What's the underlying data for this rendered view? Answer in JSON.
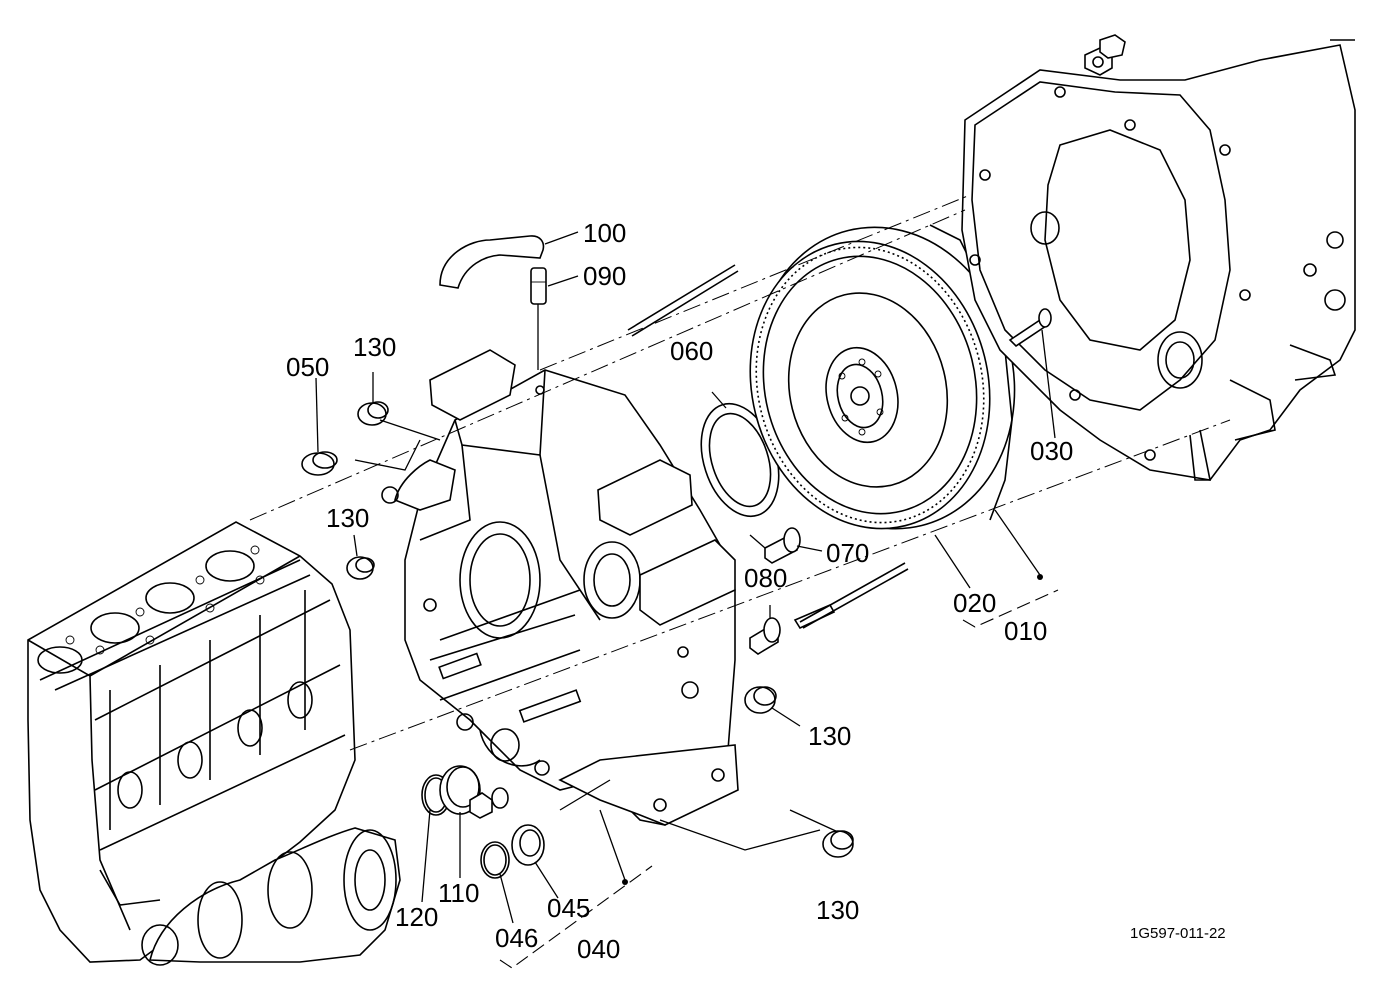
{
  "labels": {
    "p100": "100",
    "p090": "090",
    "p060": "060",
    "p050": "050",
    "p130_a": "130",
    "p130_b": "130",
    "p130_c": "130",
    "p130_d": "130",
    "p030": "030",
    "p070": "070",
    "p080": "080",
    "p020": "020",
    "p010": "010",
    "p120": "120",
    "p110": "110",
    "p045": "045",
    "p046": "046",
    "p040": "040"
  },
  "figure_code": "1G597-011-22",
  "icons": {
    "engine_block": "engine-block-drawing",
    "flywheel_housing": "flywheel-housing-drawing",
    "flywheel": "flywheel-drawing",
    "clutch_housing": "clutch-housing-drawing"
  }
}
